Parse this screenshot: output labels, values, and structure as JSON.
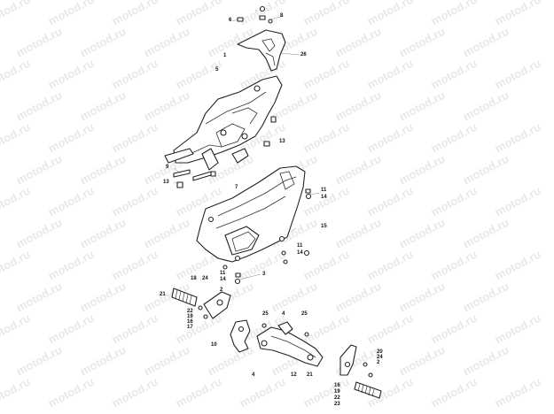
{
  "watermark": {
    "text": "motod.ru"
  },
  "callouts": {
    "c6": "6",
    "c8": "8",
    "c26": "26",
    "c1": "1",
    "c5": "5",
    "c13a": "13",
    "c9": "9",
    "c13b": "13",
    "c7": "7",
    "c11a": "11",
    "c14a": "14",
    "c15": "15",
    "c11b": "11",
    "c14b": "14",
    "c11c": "11",
    "c14c": "14",
    "c3": "3",
    "c18": "18",
    "c24a": "24",
    "c2a": "2",
    "c21a": "21",
    "c22a": "22",
    "c19a": "19",
    "c16a": "16",
    "c17": "17",
    "c25a": "25",
    "c4a": "4",
    "c25b": "25",
    "c10": "10",
    "c20": "20",
    "c24b": "24",
    "c2b": "2",
    "c4b": "4",
    "c12": "12",
    "c21b": "21",
    "c16b": "16",
    "c19b": "19",
    "c22b": "22",
    "c23": "23"
  }
}
